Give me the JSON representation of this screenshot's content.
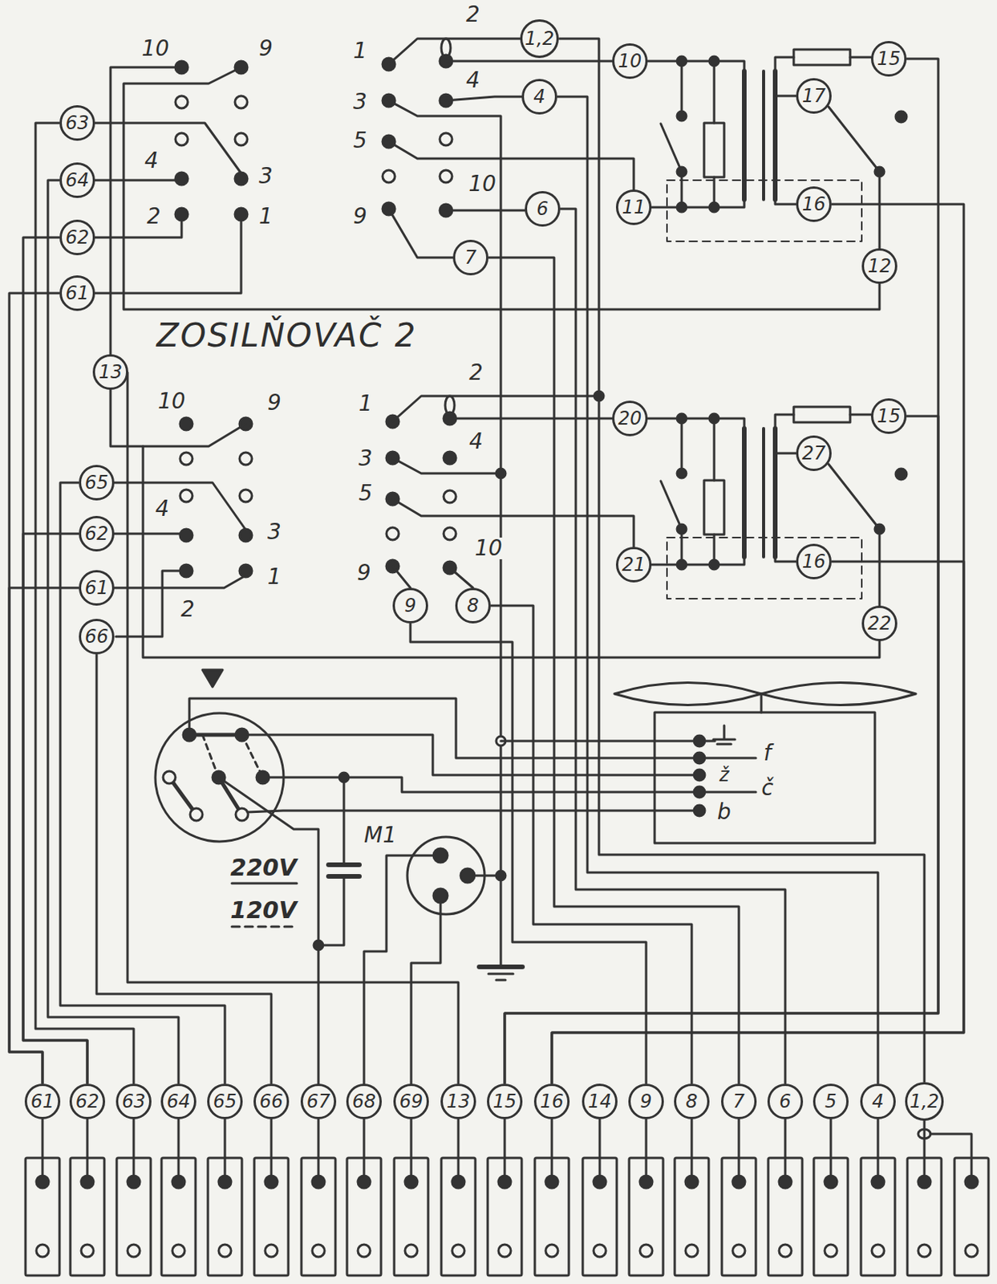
{
  "diagram": {
    "title": "ZOSILŇOVAČ 2",
    "nodes": [
      {
        "text": [
          "1,2"
        ]
      },
      {
        "text": [
          "10"
        ]
      },
      {
        "text": [
          "15"
        ]
      },
      {
        "text": [
          "63"
        ]
      },
      {
        "text": [
          "4"
        ]
      },
      {
        "text": [
          "17"
        ]
      },
      {
        "text": [
          "64"
        ]
      },
      {
        "text": [
          "11"
        ]
      },
      {
        "text": [
          "6"
        ]
      },
      {
        "text": [
          "16"
        ]
      },
      {
        "text": [
          "62"
        ]
      },
      {
        "text": [
          "7"
        ]
      },
      {
        "text": [
          "12"
        ]
      },
      {
        "text": [
          "61"
        ]
      },
      {
        "text": [
          "13"
        ]
      },
      {
        "text": [
          "20"
        ]
      },
      {
        "text": [
          "15"
        ]
      },
      {
        "text": [
          "27"
        ]
      },
      {
        "text": [
          "65"
        ]
      },
      {
        "text": [
          "62"
        ]
      },
      {
        "text": [
          "21"
        ]
      },
      {
        "text": [
          "16"
        ]
      },
      {
        "text": [
          "61"
        ]
      },
      {
        "text": [
          "9"
        ]
      },
      {
        "text": [
          "8"
        ]
      },
      {
        "text": [
          "22"
        ]
      },
      {
        "text": [
          "66"
        ]
      },
      {
        "text": [
          "61"
        ]
      },
      {
        "text": [
          "62"
        ]
      },
      {
        "text": [
          "63"
        ]
      },
      {
        "text": [
          "64"
        ]
      },
      {
        "text": [
          "65"
        ]
      },
      {
        "text": [
          "66"
        ]
      },
      {
        "text": [
          "67"
        ]
      },
      {
        "text": [
          "68"
        ]
      },
      {
        "text": [
          "69"
        ]
      },
      {
        "text": [
          "13"
        ]
      },
      {
        "text": [
          "15"
        ]
      },
      {
        "text": [
          "16"
        ]
      },
      {
        "text": [
          "14"
        ]
      },
      {
        "text": [
          "9"
        ]
      },
      {
        "text": [
          "8"
        ]
      },
      {
        "text": [
          "7"
        ]
      },
      {
        "text": [
          "6"
        ]
      },
      {
        "text": [
          "5"
        ]
      },
      {
        "text": [
          "4"
        ]
      },
      {
        "text": [
          "1,2"
        ]
      }
    ],
    "edges": [
      {
        "from": 13,
        "to": 27,
        "arrow": "none"
      },
      {
        "from": 22,
        "to": 27,
        "arrow": "none"
      },
      {
        "from": 10,
        "to": 28,
        "arrow": "none"
      },
      {
        "from": 19,
        "to": 28,
        "arrow": "none"
      },
      {
        "from": 3,
        "to": 29,
        "arrow": "none"
      },
      {
        "from": 6,
        "to": 30,
        "arrow": "none"
      },
      {
        "from": 18,
        "to": 31,
        "arrow": "none"
      },
      {
        "from": 26,
        "to": 32,
        "arrow": "none"
      },
      {
        "from": 14,
        "to": 36,
        "arrow": "none"
      },
      {
        "from": 0,
        "to": 46,
        "arrow": "none"
      },
      {
        "from": 4,
        "to": 45,
        "arrow": "none"
      },
      {
        "from": 8,
        "to": 43,
        "arrow": "none"
      },
      {
        "from": 11,
        "to": 42,
        "arrow": "none"
      },
      {
        "from": 24,
        "to": 41,
        "arrow": "none"
      },
      {
        "from": 23,
        "to": 40,
        "arrow": "none"
      },
      {
        "from": 2,
        "to": 37,
        "arrow": "none"
      },
      {
        "from": 16,
        "to": 37,
        "arrow": "none"
      },
      {
        "from": 9,
        "to": 38,
        "arrow": "none"
      },
      {
        "from": 21,
        "to": 38,
        "arrow": "none"
      }
    ],
    "labels": [
      "10",
      "9",
      "4",
      "3",
      "2",
      "1",
      "1",
      "2",
      "3",
      "4",
      "5",
      "10",
      "9",
      "10",
      "9",
      "4",
      "3",
      "2",
      "1",
      "1",
      "2",
      "3",
      "4",
      "5",
      "10",
      "9",
      "M1",
      "220V",
      "120V",
      "f",
      "ž",
      "č",
      "b"
    ]
  }
}
